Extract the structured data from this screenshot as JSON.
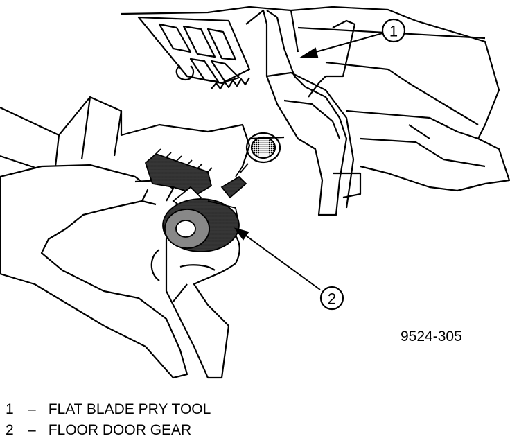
{
  "figure": {
    "number": "9524-305"
  },
  "callouts": [
    {
      "number": "1",
      "name": "FLAT BLADE PRY TOOL"
    },
    {
      "number": "2",
      "name": "FLOOR DOOR GEAR"
    }
  ],
  "legend": {
    "separator": "–"
  },
  "colors": {
    "ink": "#000000",
    "paper": "#ffffff",
    "shade": "#9a9a9a"
  }
}
